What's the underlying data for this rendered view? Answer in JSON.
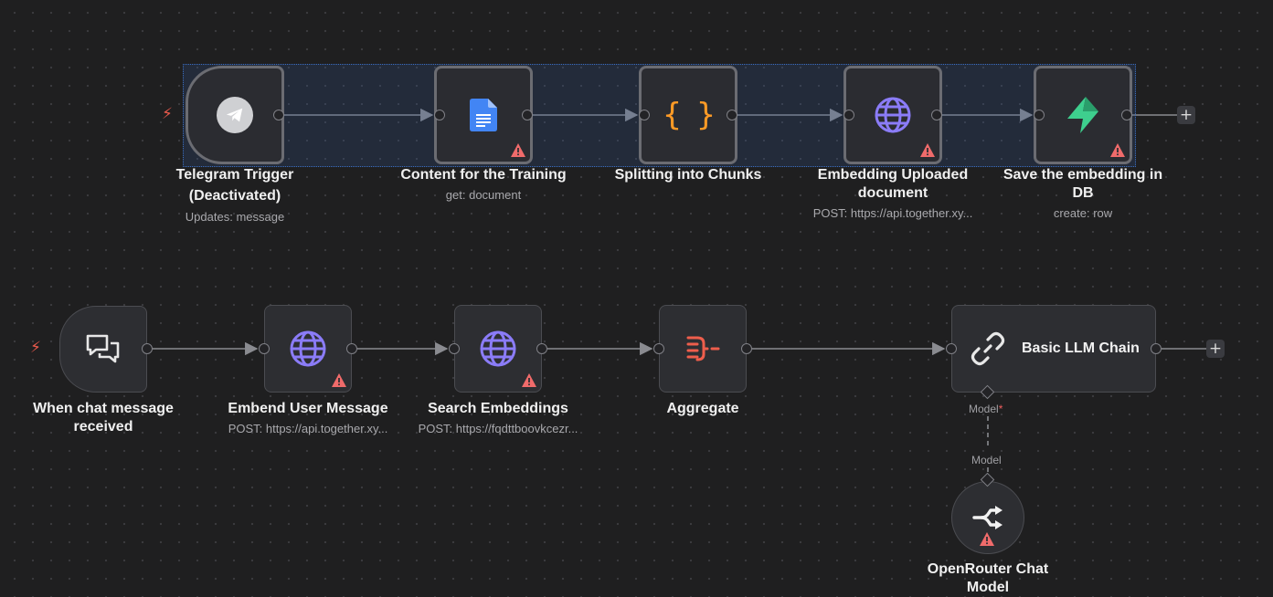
{
  "row1": {
    "telegram": {
      "title_line1": "Telegram Trigger",
      "title_line2": "(Deactivated)",
      "subtitle": "Updates: message"
    },
    "content": {
      "title": "Content for the Training",
      "subtitle": "get: document"
    },
    "split": {
      "title": "Splitting into Chunks",
      "icon_text": "{ }"
    },
    "embed_doc": {
      "title_line1": "Embedding Uploaded",
      "title_line2": "document",
      "subtitle": "POST: https://api.together.xy..."
    },
    "save": {
      "title_line1": "Save the embedding in",
      "title_line2": "DB",
      "subtitle": "create: row"
    }
  },
  "row2": {
    "chat": {
      "title_line1": "When chat message",
      "title_line2": "received"
    },
    "embend": {
      "title": "Embend User Message",
      "subtitle": "POST: https://api.together.xy..."
    },
    "search": {
      "title": "Search Embeddings",
      "subtitle": "POST: https://fqdttboovkcezr..."
    },
    "aggregate": {
      "title": "Aggregate"
    },
    "llm": {
      "title": "Basic LLM Chain",
      "model_label": "Model",
      "required_mark": "*"
    },
    "model_edge_label": "Model",
    "openrouter": {
      "title": "OpenRouter Chat",
      "title_line2": "Model"
    }
  },
  "ui": {
    "plus": "+",
    "bolt": "⚡"
  },
  "colors": {
    "canvas": "#1f1f20",
    "node_bg": "#2d2e32",
    "warning": "#f06b6b",
    "google_docs": "#4285f4",
    "code_orange": "#ff9b26",
    "http_purple": "#8b7cf8",
    "supabase_green": "#3ecf8e",
    "aggregate_red": "#ee5e4c"
  },
  "icons": [
    "telegram-icon",
    "google-docs-icon",
    "code-braces-icon",
    "globe-icon",
    "supabase-icon",
    "chat-icon",
    "aggregate-icon",
    "link-icon",
    "openrouter-icon",
    "warning-icon",
    "bolt-icon",
    "plus-icon"
  ]
}
